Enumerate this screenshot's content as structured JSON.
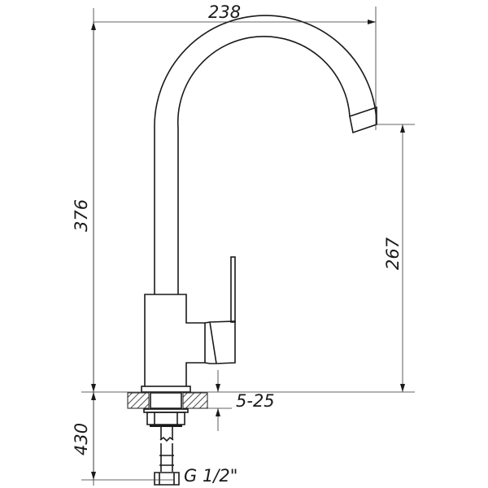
{
  "dimensions": {
    "width": "238",
    "height_total": "376",
    "spout_height": "267",
    "countertop_thickness": "5-25",
    "hose_length": "430",
    "thread": "G 1/2\""
  }
}
